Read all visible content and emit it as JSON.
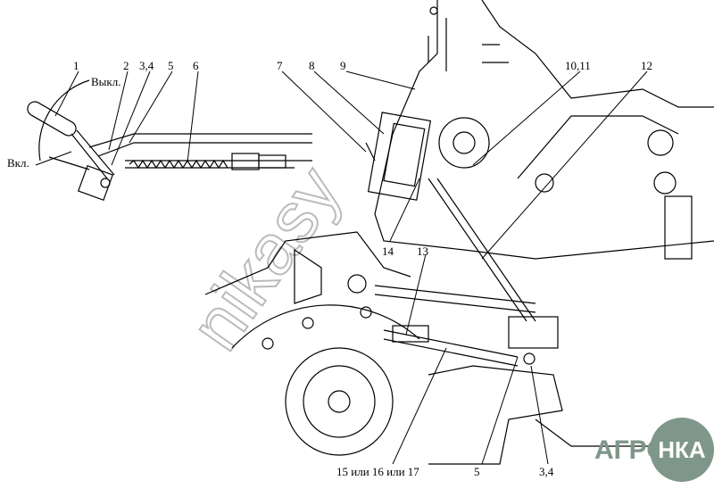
{
  "labels": {
    "l1": "1",
    "l2": "2",
    "l34a": "3,4",
    "l5a": "5",
    "l6": "6",
    "off": "Выкл.",
    "on": "Вкл.",
    "l7": "7",
    "l8": "8",
    "l9": "9",
    "l1011": "10,11",
    "l12": "12",
    "l14": "14",
    "l13": "13",
    "l151617": "15 или 16 или 17",
    "l5b": "5",
    "l34b": "3,4"
  },
  "watermark": "nikasy",
  "logo": {
    "left": "АГРО",
    "circle": "НКА"
  }
}
